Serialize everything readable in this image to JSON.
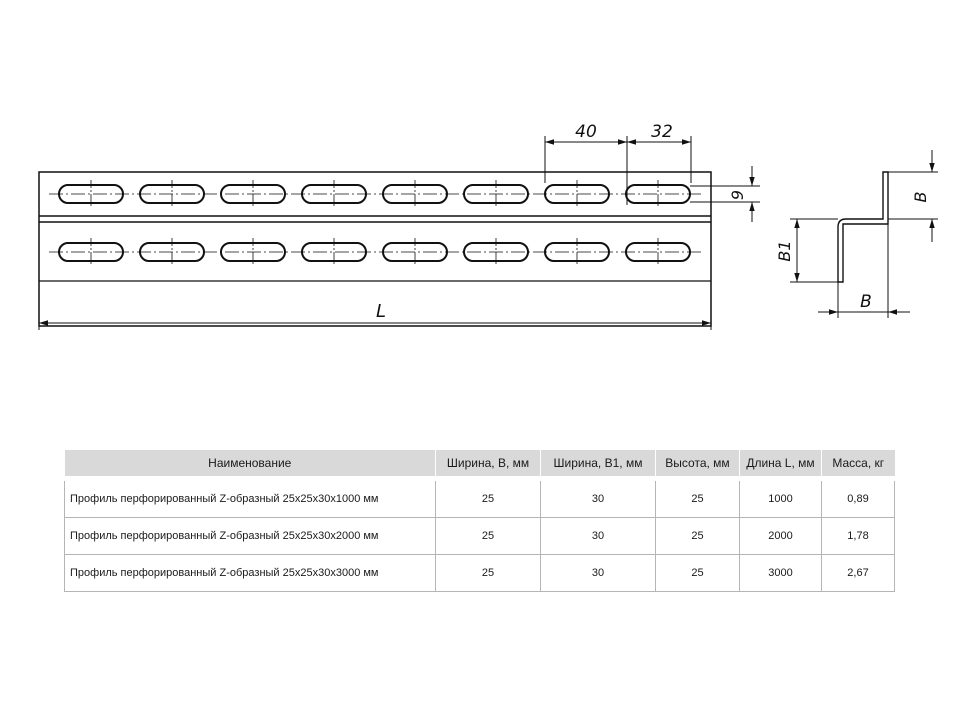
{
  "drawing": {
    "dim_slot_pitch": "40",
    "dim_slot_length": "32",
    "dim_slot_height": "9",
    "dim_length": "L",
    "dim_width_b_top": "B",
    "dim_width_b1": "B1",
    "dim_width_b_bottom": "B"
  },
  "table": {
    "headers": [
      "Наименование",
      "Ширина, B, мм",
      "Ширина, B1, мм",
      "Высота, мм",
      "Длина L, мм",
      "Масса, кг"
    ],
    "rows": [
      [
        "Профиль перфорированный Z-образный  25х25х30х1000 мм",
        "25",
        "30",
        "25",
        "1000",
        "0,89"
      ],
      [
        "Профиль перфорированный Z-образный  25х25х30х2000 мм",
        "25",
        "30",
        "25",
        "2000",
        "1,78"
      ],
      [
        "Профиль перфорированный Z-образный 25х25х30х3000 мм",
        "25",
        "30",
        "25",
        "3000",
        "2,67"
      ]
    ]
  }
}
